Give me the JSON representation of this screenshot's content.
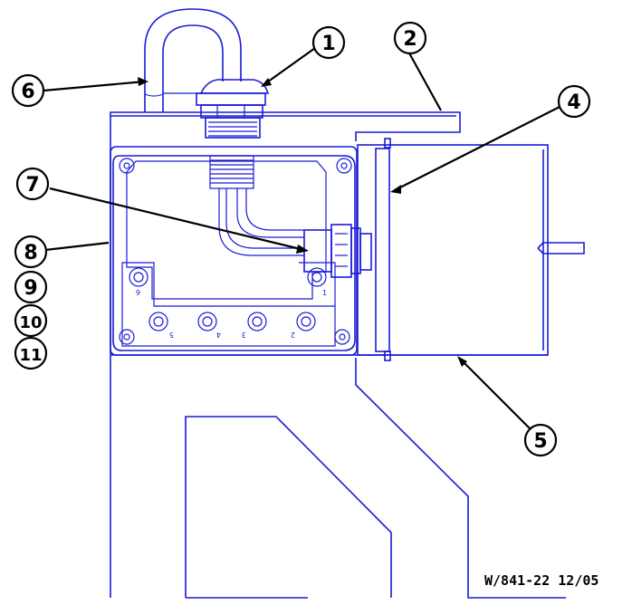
{
  "callouts": [
    {
      "id": "callout-1",
      "label": "1"
    },
    {
      "id": "callout-2",
      "label": "2"
    },
    {
      "id": "callout-4",
      "label": "4"
    },
    {
      "id": "callout-5",
      "label": "5"
    },
    {
      "id": "callout-6",
      "label": "6"
    },
    {
      "id": "callout-7",
      "label": "7"
    },
    {
      "id": "callout-8",
      "label": "8"
    },
    {
      "id": "callout-9",
      "label": "9"
    },
    {
      "id": "callout-10",
      "label": "10"
    },
    {
      "id": "callout-11",
      "label": "11"
    }
  ],
  "terminals": [
    "6",
    "5",
    "4",
    "3",
    "2",
    "1"
  ],
  "drawing_id": "W/841-22 12/05",
  "colors": {
    "line": "#1a1ad8",
    "callout": "#000000"
  }
}
